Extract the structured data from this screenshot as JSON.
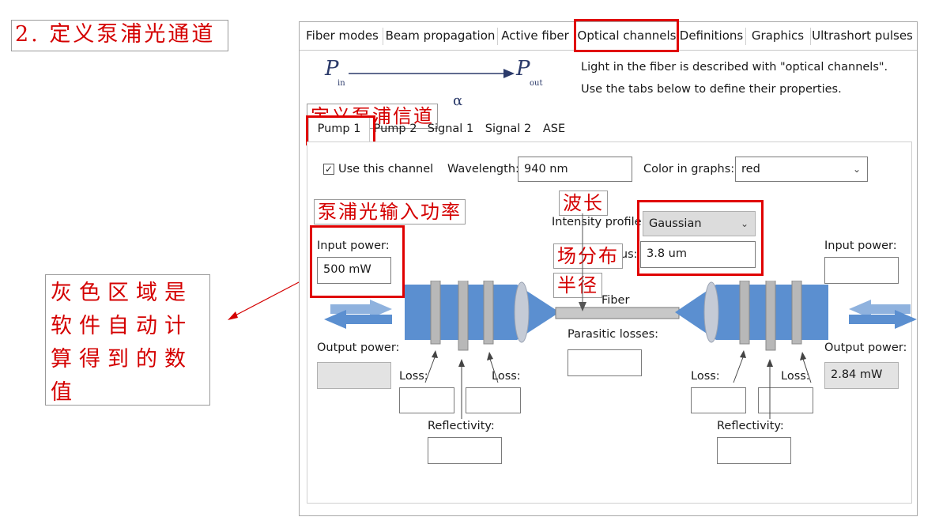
{
  "step_title": "2. 定义泵浦光通道",
  "note": "灰色区域是软件自动计算得到的数值",
  "tabs": [
    "Fiber modes",
    "Beam propagation",
    "Active fiber",
    "Optical channels",
    "Definitions",
    "Graphics",
    "Ultrashort pulses"
  ],
  "active_tab": "Optical channels",
  "info": {
    "line1": "Light in the fiber is described with \"optical channels\".",
    "line2": "Use the tabs below to define their properties."
  },
  "formula": {
    "p": "P",
    "in": "in",
    "out": "out",
    "alpha": "α"
  },
  "channel_tabs": [
    "Pump 1",
    "Pump 2",
    "Signal 1",
    "Signal 2",
    "ASE"
  ],
  "active_channel_tab": "Pump 1",
  "use_channel": {
    "label": "Use this channel",
    "checked": true
  },
  "wavelength": {
    "label": "Wavelength:",
    "value": "940 nm"
  },
  "color_in_graphs": {
    "label": "Color in graphs:",
    "value": "red"
  },
  "intensity_profile": {
    "label": "Intensity profile:",
    "value": "Gaussian"
  },
  "radius": {
    "label": "Radius:",
    "value": "3.8 um"
  },
  "fiber_label": "Fiber",
  "parasitic_losses": {
    "label": "Parasitic losses:",
    "value": ""
  },
  "left": {
    "input_power_label": "Input power:",
    "input_power_value": "500 mW",
    "output_power_label": "Output power:",
    "output_power_value": "",
    "loss1_label": "Loss:",
    "loss2_label": "Loss:",
    "reflectivity_label": "Reflectivity:"
  },
  "right": {
    "input_power_label": "Input power:",
    "input_power_value": "",
    "output_power_label": "Output power:",
    "output_power_value": "2.84 mW",
    "loss1_label": "Loss:",
    "loss2_label": "Loss:",
    "reflectivity_label": "Reflectivity:"
  },
  "annotations": {
    "define_pump_channel": "定义泵浦信道",
    "pump_input_power": "泵浦光输入功率",
    "wavelength": "波长",
    "field_distribution": "场分布",
    "radius": "半径"
  },
  "colors": {
    "highlight": "#e00000",
    "annotation": "#d40000",
    "beam": "#5b8fd0",
    "beam_arrow": "#6c9ad4"
  }
}
